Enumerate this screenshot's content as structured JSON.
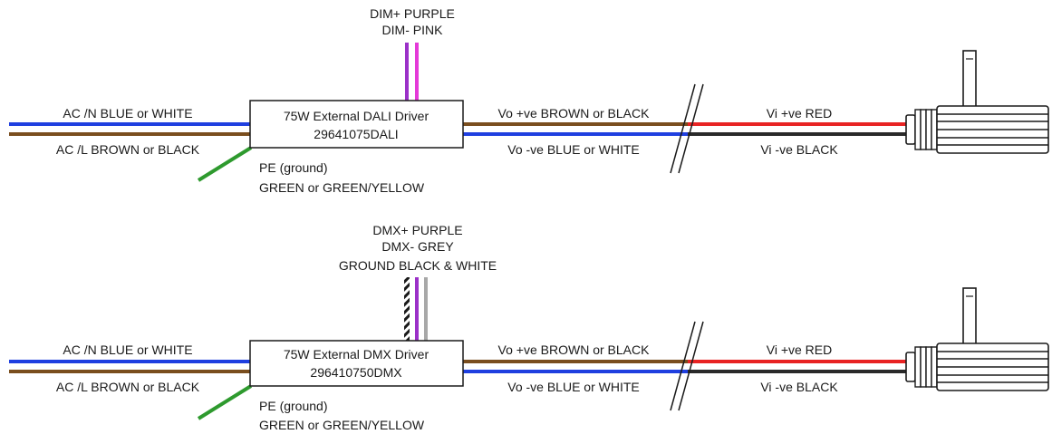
{
  "colors": {
    "blue": "#1f3fe0",
    "brown": "#7a4e1e",
    "green": "#2e9a2e",
    "purple": "#9b30c8",
    "pink": "#e43ad8",
    "grey": "#a8a8a8",
    "red": "#e82323",
    "black": "#2a2a2a"
  },
  "dali": {
    "signal_line1": "DIM+ PURPLE",
    "signal_line2": "DIM- PINK",
    "ac_n": "AC /N BLUE or WHITE",
    "ac_l": "AC /L BROWN or BLACK",
    "driver_line1": "75W External DALI Driver",
    "driver_line2": "29641075DALI",
    "pe_line1": "PE (ground)",
    "pe_line2": "GREEN or GREEN/YELLOW",
    "vo_pos": "Vo +ve BROWN or BLACK",
    "vo_neg": "Vo -ve BLUE or WHITE",
    "vi_pos": "Vi +ve RED",
    "vi_neg": "Vi -ve BLACK"
  },
  "dmx": {
    "signal_line1": "DMX+ PURPLE",
    "signal_line2": "DMX- GREY",
    "signal_line3": "GROUND BLACK & WHITE",
    "ac_n": "AC /N BLUE or WHITE",
    "ac_l": "AC /L BROWN or BLACK",
    "driver_line1": "75W External DMX Driver",
    "driver_line2": "296410750DMX",
    "pe_line1": "PE (ground)",
    "pe_line2": "GREEN or GREEN/YELLOW",
    "vo_pos": "Vo +ve BROWN or BLACK",
    "vo_neg": "Vo -ve BLUE or WHITE",
    "vi_pos": "Vi +ve RED",
    "vi_neg": "Vi -ve BLACK"
  }
}
